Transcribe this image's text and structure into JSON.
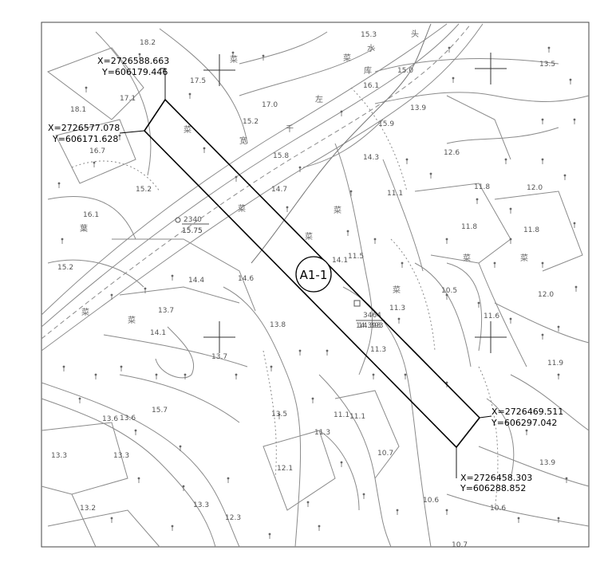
{
  "parcel": {
    "label": "A1-1",
    "corners": [
      {
        "x": "X=2726588.663",
        "y": "Y=606179.446"
      },
      {
        "x": "X=2726577.078",
        "y": "Y=606171.628"
      },
      {
        "x": "X=2726469.511",
        "y": "Y=606297.042"
      },
      {
        "x": "X=2726458.303",
        "y": "Y=606288.852"
      }
    ]
  },
  "elevations": [
    "18.2",
    "17.5",
    "17.1",
    "16.7",
    "18.1",
    "15.2",
    "15.3",
    "15.0",
    "13.5",
    "13.9",
    "16.1",
    "17.0",
    "15.8",
    "15.9",
    "14.3",
    "14.7",
    "12.6",
    "11.8",
    "12.0",
    "11.1",
    "11.8",
    "11.8",
    "16.1",
    "15.2",
    "15.2",
    "15.75",
    "14.6",
    "14.4",
    "13.7",
    "13.8",
    "14.1",
    "11.5",
    "10.5",
    "11.3",
    "11.3",
    "12.0",
    "11.6",
    "13.7",
    "11.9",
    "13.6",
    "13.5",
    "11.1",
    "11.3",
    "10.7",
    "13.3",
    "13.3",
    "13.2",
    "12.1",
    "10.6",
    "10.7",
    "13.9",
    "13.3",
    "12.3",
    "14.393",
    "15.7",
    "14.1",
    "13.6",
    "11.1",
    "10.6"
  ],
  "benchmarks": [
    {
      "id": "2340",
      "value": "15.75"
    },
    {
      "id": "3464",
      "value": "14.393"
    }
  ],
  "map_chars": [
    "葉",
    "菜",
    "水",
    "库",
    "左",
    "千",
    "宽",
    "头",
    "菜",
    "菜",
    "菜",
    "菜",
    "菜",
    "菜",
    "菜",
    "菜",
    "菜",
    "菜"
  ]
}
